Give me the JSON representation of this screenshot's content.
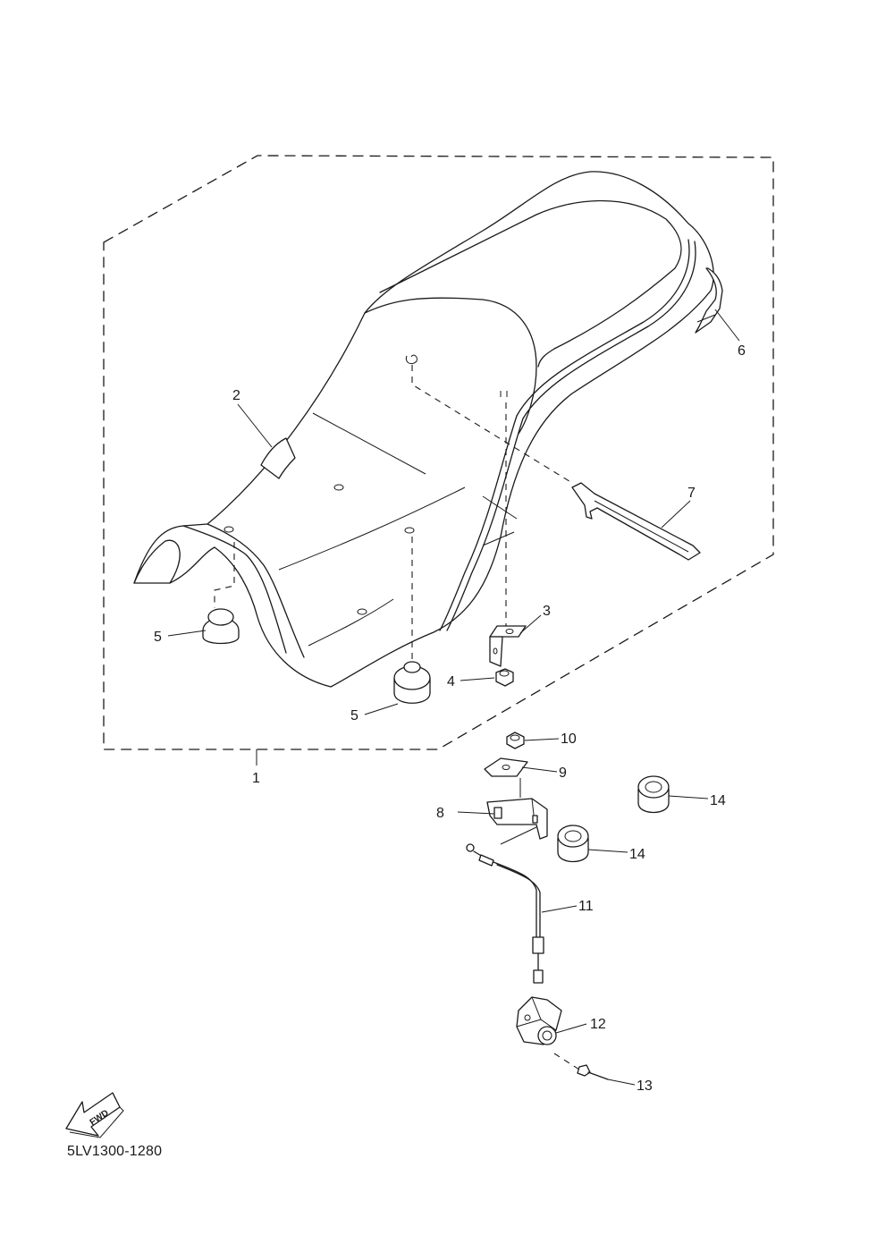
{
  "diagram": {
    "drawing_code": "5LV1300-1280",
    "fwd_label": "FWD",
    "callouts": {
      "c1": "1",
      "c2": "2",
      "c3": "3",
      "c4": "4",
      "c5a": "5",
      "c5b": "5",
      "c6": "6",
      "c7": "7",
      "c8": "8",
      "c9": "9",
      "c10": "10",
      "c11": "11",
      "c12": "12",
      "c13": "13",
      "c14a": "14",
      "c14b": "14"
    }
  }
}
